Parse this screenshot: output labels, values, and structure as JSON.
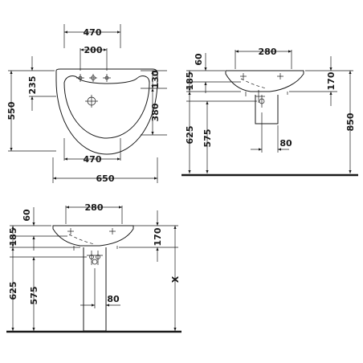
{
  "front_view": {
    "dims": {
      "top_width": "470",
      "tap_spacing": "200",
      "height_total": "550",
      "upper_height": "235",
      "right_upper": "130",
      "right_lower": "380",
      "bottom_width": "470",
      "overall_width": "650"
    }
  },
  "side_view_with_pedestal": {
    "dims": {
      "top_offset": "60",
      "depth": "280",
      "rim_drop": "185",
      "basin_height": "170",
      "total_height": "850",
      "pedestal_top": "625",
      "trap_height": "575",
      "trap_offset": "80"
    }
  },
  "side_view_bottom": {
    "dims": {
      "top_offset": "60",
      "depth": "280",
      "rim_drop": "185",
      "basin_height": "170",
      "pedestal_top": "625",
      "trap_height": "575",
      "trap_offset": "80",
      "variable_height": "X"
    }
  }
}
